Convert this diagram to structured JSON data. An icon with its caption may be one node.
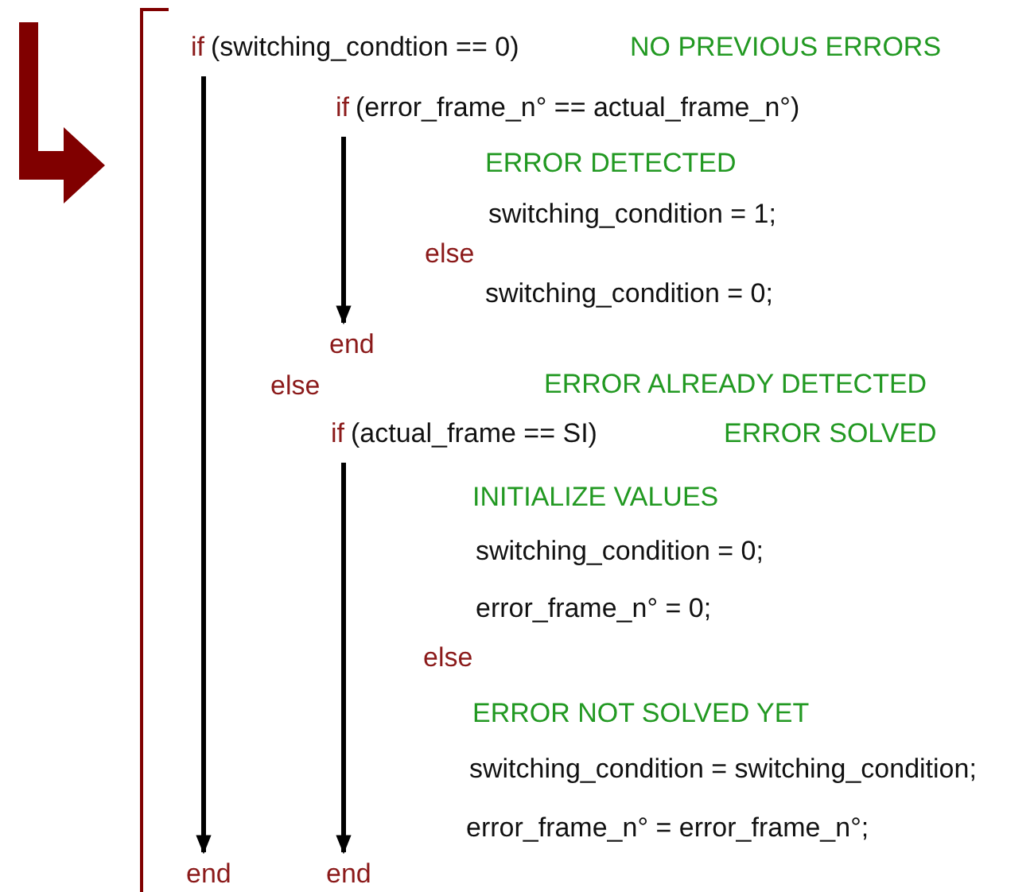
{
  "diagram": {
    "nodes": [
      {
        "text": [
          "if",
          "(switching_condtion == 0)"
        ]
      },
      {
        "text": [
          "if",
          "(error_frame_n° == actual_frame_n°)"
        ]
      },
      {
        "text": [
          "end"
        ]
      },
      {
        "text": [
          "if",
          "(actual_frame == SI)"
        ]
      },
      {
        "text": [
          "end"
        ]
      },
      {
        "text": [
          "end"
        ]
      }
    ],
    "edges": [
      {
        "from": 0,
        "to": 4,
        "arrow": "to"
      },
      {
        "from": 1,
        "to": 2,
        "arrow": "to"
      },
      {
        "from": 3,
        "to": 5,
        "arrow": "to"
      }
    ],
    "labels": [
      "NO PREVIOUS ERRORS",
      "ERROR DETECTED",
      "switching_condition = 1;",
      "else",
      "switching_condition = 0;",
      "else",
      "ERROR ALREADY DETECTED",
      "ERROR SOLVED",
      "INITIALIZE VALUES",
      "switching_condition = 0;",
      "error_frame_n° = 0;",
      "else",
      "ERROR NOT SOLVED YET",
      "switching_condition = switching_condition;",
      "error_frame_n° = error_frame_n°;"
    ]
  }
}
